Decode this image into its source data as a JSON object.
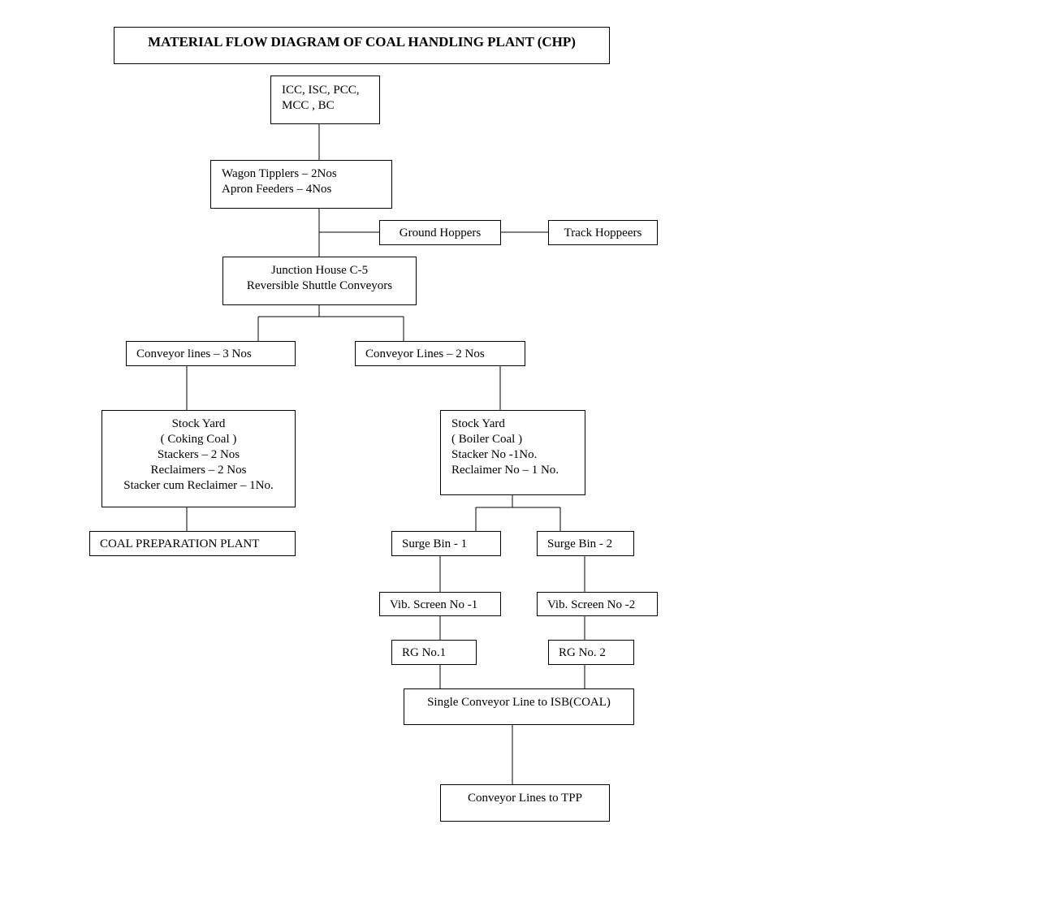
{
  "title": "MATERIAL FLOW DIAGRAM OF COAL HANDLING  PLANT (CHP)",
  "nodes": {
    "source": [
      "ICC, ISC, PCC,",
      "MCC , BC"
    ],
    "wagon": [
      "Wagon Tipplers – 2Nos",
      "Apron Feeders – 4Nos"
    ],
    "ground": [
      "Ground Hoppers"
    ],
    "track": [
      "Track Hoppeers"
    ],
    "junction": [
      "Junction House C-5",
      "Reversible Shuttle Conveyors"
    ],
    "conv3": [
      "Conveyor lines – 3 Nos"
    ],
    "conv2": [
      "Conveyor Lines – 2 Nos"
    ],
    "stockCoking": [
      "Stock Yard",
      "( Coking Coal )",
      "Stackers – 2 Nos",
      "Reclaimers – 2 Nos",
      "Stacker cum Reclaimer – 1No."
    ],
    "stockBoiler": [
      "Stock Yard",
      "( Boiler Coal )",
      "Stacker No -1No.",
      "Reclaimer No – 1 No."
    ],
    "cpp": [
      "COAL PREPARATION PLANT"
    ],
    "surge1": [
      "Surge Bin - 1"
    ],
    "surge2": [
      "Surge Bin - 2"
    ],
    "vib1": [
      "Vib. Screen No -1"
    ],
    "vib2": [
      "Vib. Screen No -2"
    ],
    "rg1": [
      "RG No.1"
    ],
    "rg2": [
      "RG No. 2"
    ],
    "single": [
      "Single Conveyor Line to ISB(COAL)"
    ],
    "tpp": [
      "Conveyor Lines to TPP"
    ]
  }
}
